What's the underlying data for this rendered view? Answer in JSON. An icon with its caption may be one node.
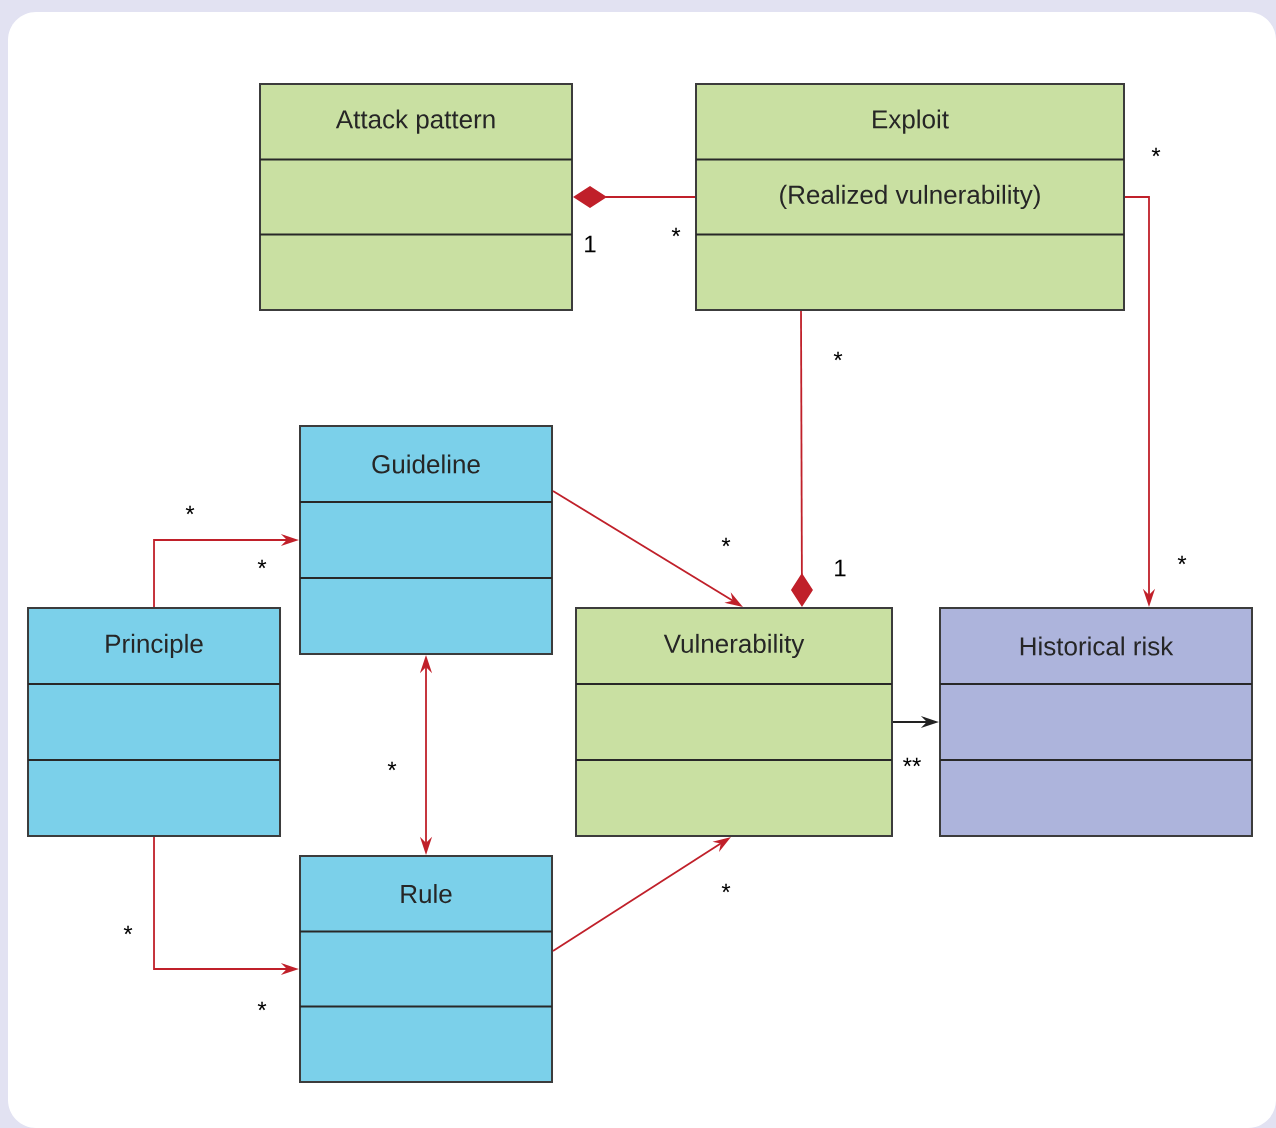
{
  "diagram": {
    "nodes": [
      {
        "text": [
          "Attack pattern"
        ]
      },
      {
        "text": [
          "Exploit",
          "(Realized vulnerability)"
        ]
      },
      {
        "text": [
          "Guideline"
        ]
      },
      {
        "text": [
          "Principle"
        ]
      },
      {
        "text": [
          "Vulnerability"
        ]
      },
      {
        "text": [
          "Historical risk"
        ]
      },
      {
        "text": [
          "Rule"
        ]
      }
    ],
    "edges": [
      {
        "from": 0,
        "to": 1,
        "arrow": "other"
      },
      {
        "from": 4,
        "to": 1,
        "arrow": "other"
      },
      {
        "from": 1,
        "to": 5,
        "arrow": "to"
      },
      {
        "from": 3,
        "to": 2,
        "arrow": "to"
      },
      {
        "from": 3,
        "to": 6,
        "arrow": "to"
      },
      {
        "from": 2,
        "to": 6,
        "arrow": "both"
      },
      {
        "from": 2,
        "to": 4,
        "arrow": "to"
      },
      {
        "from": 6,
        "to": 4,
        "arrow": "to"
      },
      {
        "from": 4,
        "to": 5,
        "arrow": "to",
        "color": "#222222"
      }
    ],
    "labels": [
      "*",
      "1",
      "*",
      "*",
      "*",
      "*",
      "1",
      "*",
      "*",
      "*",
      "**",
      "*",
      "*",
      "*"
    ]
  }
}
